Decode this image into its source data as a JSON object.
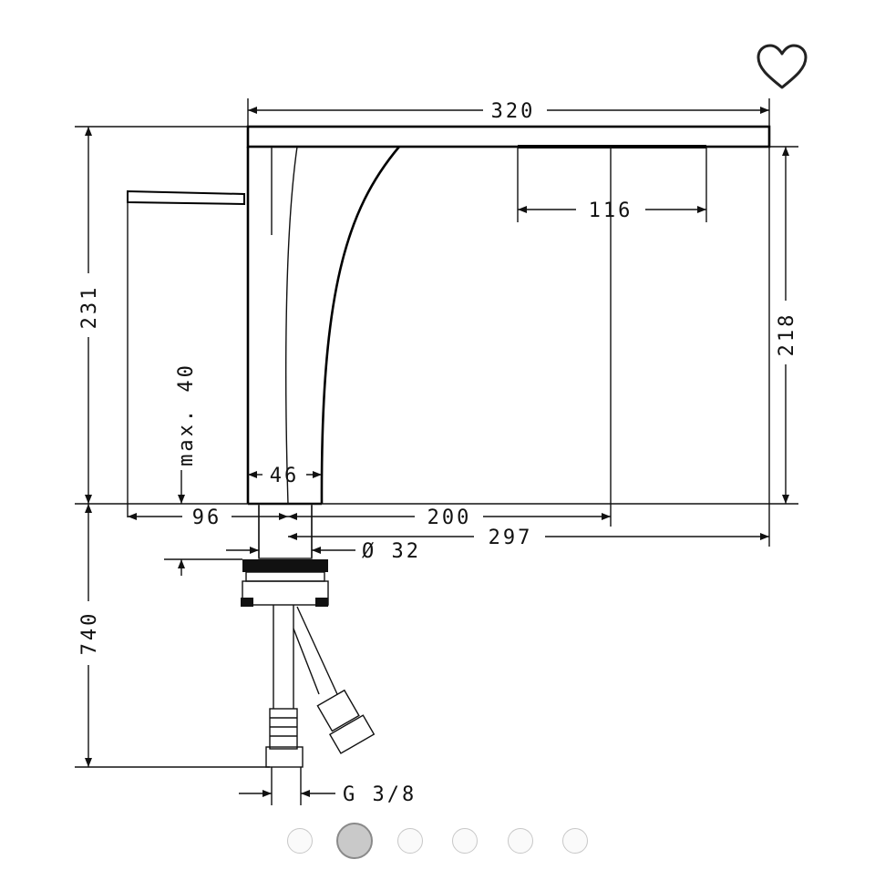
{
  "favorite": {
    "icon": "heart-icon"
  },
  "dimensions": {
    "width_total": "320",
    "outlet_width": "116",
    "height_left": "231",
    "height_right": "218",
    "max_thickness": "max. 40",
    "body_width": "46",
    "lever_offset": "96",
    "reach": "200",
    "projection": "297",
    "hole_diameter": "Ø 32",
    "hose_length": "740",
    "thread": "G 3/8"
  },
  "carousel": {
    "count": 6,
    "active_index": 1
  }
}
